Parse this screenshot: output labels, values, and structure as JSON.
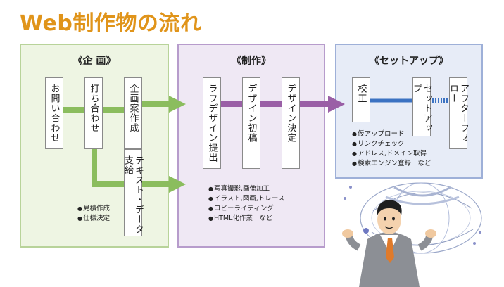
{
  "title": "Web制作物の流れ",
  "colors": {
    "title": "#e0941a",
    "plan_bg": "#eef5e3",
    "plan_border": "#b8d39a",
    "green_arrow": "#8bbd5e",
    "prod_bg": "#efe8f4",
    "prod_border": "#b79ccc",
    "purple_arrow": "#9a5fa6",
    "setup_bg": "#e7ecf7",
    "setup_border": "#9eb0d8",
    "blue_arrow": "#3b72c2"
  },
  "planning": {
    "heading": "《企 画》",
    "steps": [
      "お問い合わせ",
      "打ち合わせ",
      "企画案作成",
      "テキスト・データ支給"
    ],
    "notes": [
      "見積作成",
      "仕様決定"
    ]
  },
  "production": {
    "heading": "《制作》",
    "steps": [
      "ラフデザイン提出",
      "デザイン初稿",
      "デザイン決定"
    ],
    "notes": [
      "写真撮影,画像加工",
      "イラスト,図画,トレース",
      "コピーライティング",
      "HTML化作業　など"
    ]
  },
  "setup": {
    "heading": "《セットアップ》",
    "steps": [
      "校正",
      "セットアップ",
      "アフターフォロー"
    ],
    "notes": [
      "仮アップロード",
      "リンクチェック",
      "アドレス,ドメイン取得",
      "検索エンジン登録　など"
    ]
  },
  "illustration": {
    "person_icon": "businessman-icon",
    "globe_icon": "globe-network-icon"
  }
}
